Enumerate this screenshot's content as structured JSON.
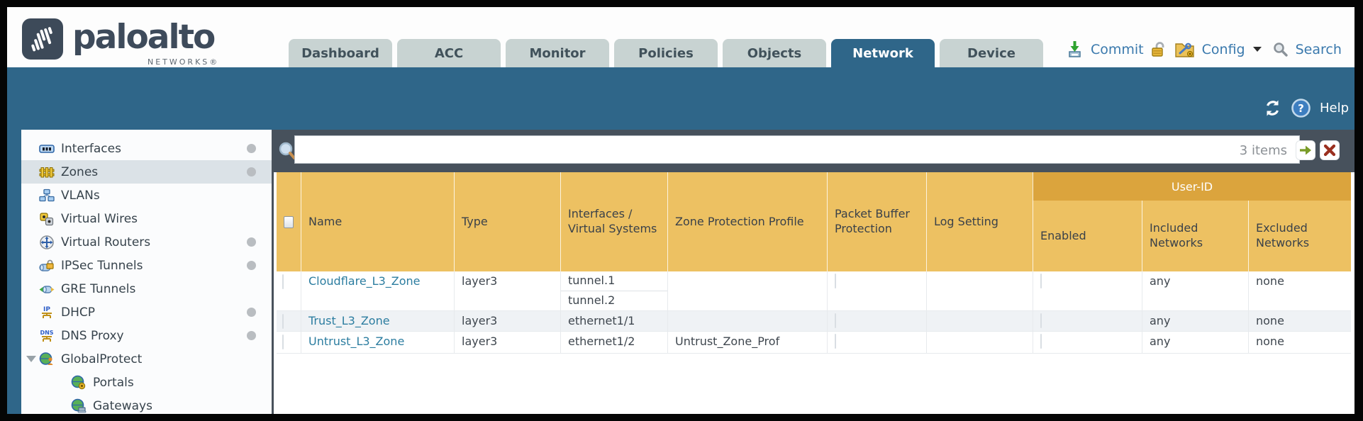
{
  "brand": {
    "wordmark": "paloalto",
    "subtext": "NETWORKS®"
  },
  "header": {
    "tabs": [
      {
        "label": "Dashboard",
        "active": false
      },
      {
        "label": "ACC",
        "active": false
      },
      {
        "label": "Monitor",
        "active": false
      },
      {
        "label": "Policies",
        "active": false
      },
      {
        "label": "Objects",
        "active": false
      },
      {
        "label": "Network",
        "active": true
      },
      {
        "label": "Device",
        "active": false
      }
    ],
    "actions": {
      "commit": "Commit",
      "config": "Config",
      "search": "Search"
    }
  },
  "toolbar": {
    "help": "Help"
  },
  "sidebar": {
    "items": [
      {
        "label": "Interfaces",
        "icon": "interfaces-icon",
        "selected": false,
        "has_status_dot": true
      },
      {
        "label": "Zones",
        "icon": "zones-icon",
        "selected": true,
        "has_status_dot": true
      },
      {
        "label": "VLANs",
        "icon": "vlans-icon",
        "selected": false,
        "has_status_dot": false
      },
      {
        "label": "Virtual Wires",
        "icon": "virtual-wires-icon",
        "selected": false,
        "has_status_dot": false
      },
      {
        "label": "Virtual Routers",
        "icon": "virtual-routers-icon",
        "selected": false,
        "has_status_dot": true
      },
      {
        "label": "IPSec Tunnels",
        "icon": "ipsec-tunnels-icon",
        "selected": false,
        "has_status_dot": true
      },
      {
        "label": "GRE Tunnels",
        "icon": "gre-tunnels-icon",
        "selected": false,
        "has_status_dot": false
      },
      {
        "label": "DHCP",
        "icon": "dhcp-icon",
        "selected": false,
        "has_status_dot": true
      },
      {
        "label": "DNS Proxy",
        "icon": "dns-proxy-icon",
        "selected": false,
        "has_status_dot": true
      },
      {
        "label": "GlobalProtect",
        "icon": "globalprotect-icon",
        "selected": false,
        "expanded": true
      },
      {
        "label": "Portals",
        "icon": "portals-icon",
        "selected": false,
        "indent": 1
      },
      {
        "label": "Gateways",
        "icon": "gateways-icon",
        "selected": false,
        "indent": 1
      }
    ]
  },
  "filterbar": {
    "value": "",
    "count": "3 items"
  },
  "table": {
    "user_id_group": "User-ID",
    "columns": [
      "Name",
      "Type",
      "Interfaces / Virtual Systems",
      "Zone Protection Profile",
      "Packet Buffer Protection",
      "Log Setting",
      "Enabled",
      "Included Networks",
      "Excluded Networks"
    ],
    "rows": [
      {
        "name": "Cloudflare_L3_Zone",
        "type": "layer3",
        "interfaces": [
          "tunnel.1",
          "tunnel.2"
        ],
        "zone_protection_profile": "",
        "packet_buffer_protection": false,
        "log_setting": "",
        "user_id_enabled": false,
        "included_networks": "any",
        "excluded_networks": "none"
      },
      {
        "name": "Trust_L3_Zone",
        "type": "layer3",
        "interfaces": [
          "ethernet1/1"
        ],
        "zone_protection_profile": "",
        "packet_buffer_protection": false,
        "log_setting": "",
        "user_id_enabled": false,
        "included_networks": "any",
        "excluded_networks": "none"
      },
      {
        "name": "Untrust_L3_Zone",
        "type": "layer3",
        "interfaces": [
          "ethernet1/2"
        ],
        "zone_protection_profile": "Untrust_Zone_Prof",
        "packet_buffer_protection": false,
        "log_setting": "",
        "user_id_enabled": false,
        "included_networks": "any",
        "excluded_networks": "none"
      }
    ]
  },
  "colors": {
    "accent_teal": "#2f6689",
    "table_header_orange": "#edc162",
    "user_id_band_orange": "#dba43d",
    "link_blue": "#2c7da0",
    "action_text_blue": "#3a79ad",
    "filter_strip_gray": "#47515c",
    "alt_row_gray": "#eff2f5"
  }
}
